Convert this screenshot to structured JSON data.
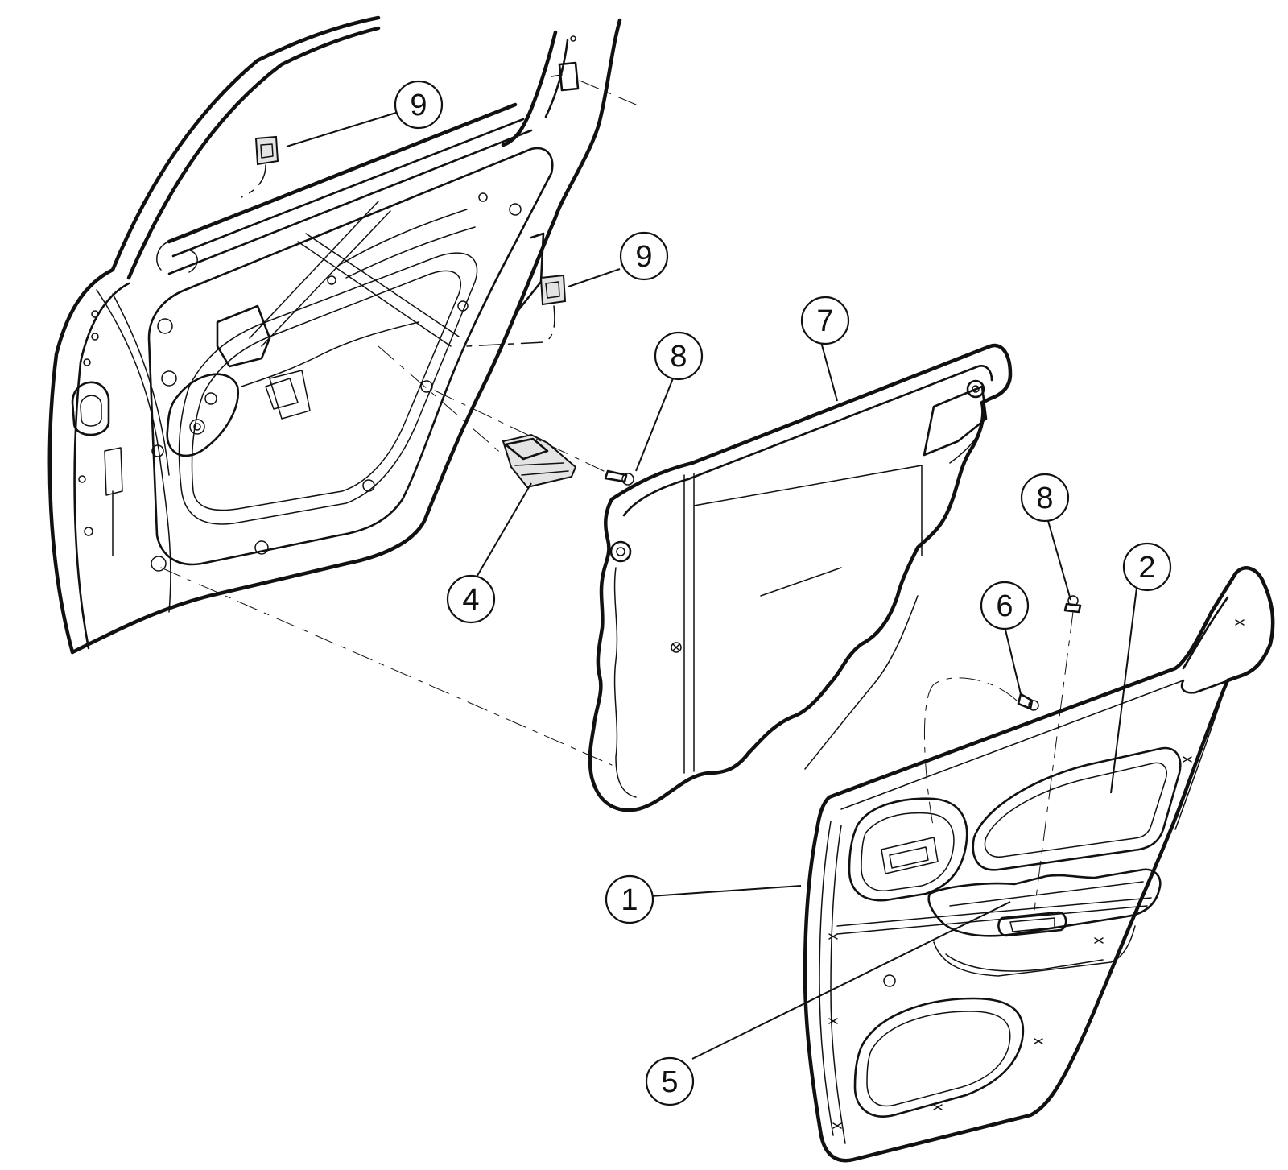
{
  "colors": {
    "ink": "#111111",
    "paper": "#ffffff"
  },
  "callouts": [
    {
      "id": "c9a",
      "label": "9"
    },
    {
      "id": "c9b",
      "label": "9"
    },
    {
      "id": "c8a",
      "label": "8"
    },
    {
      "id": "c7",
      "label": "7"
    },
    {
      "id": "c4",
      "label": "4"
    },
    {
      "id": "c8b",
      "label": "8"
    },
    {
      "id": "c6",
      "label": "6"
    },
    {
      "id": "c2",
      "label": "2"
    },
    {
      "id": "c1",
      "label": "1"
    },
    {
      "id": "c5",
      "label": "5"
    }
  ]
}
